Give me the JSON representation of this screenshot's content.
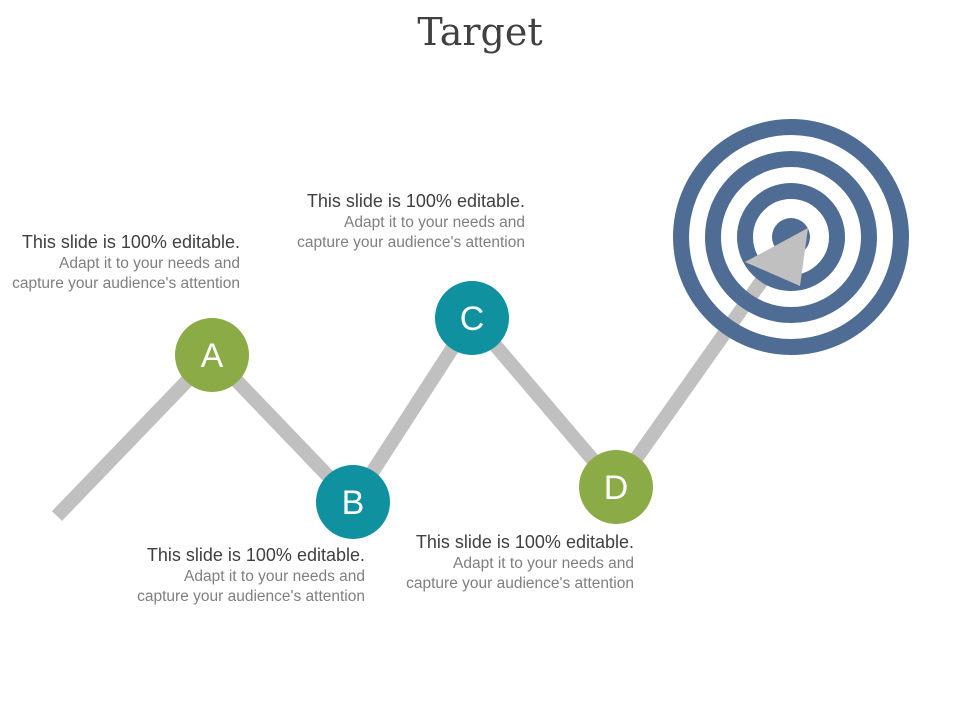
{
  "title": "Target",
  "colors": {
    "path": "#c0c0c0",
    "green": "#8aab45",
    "teal": "#10919f",
    "target": "#4f6c95"
  },
  "nodes": [
    {
      "label": "A",
      "color": "green"
    },
    {
      "label": "B",
      "color": "teal"
    },
    {
      "label": "C",
      "color": "teal"
    },
    {
      "label": "D",
      "color": "green"
    }
  ],
  "callouts": [
    {
      "lead": "This slide is 100% editable.",
      "body": " Adapt it to your needs and capture your audience's attention"
    },
    {
      "lead": "This slide is 100% editable.",
      "body": " Adapt it to your needs and capture your audience's attention"
    },
    {
      "lead": "This slide is 100% editable.",
      "body": " Adapt it to your needs and capture your audience's attention"
    },
    {
      "lead": "This slide is 100% editable.",
      "body": " Adapt it to your needs and capture your audience's attention"
    }
  ]
}
